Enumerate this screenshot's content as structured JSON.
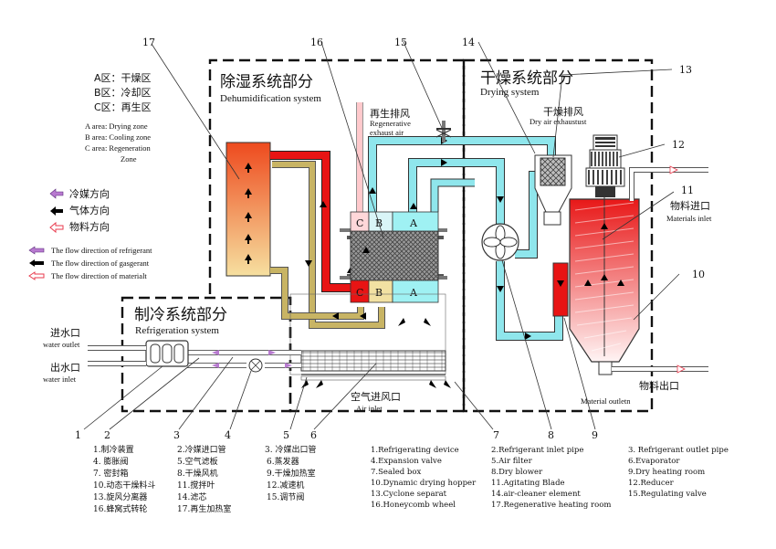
{
  "sections": {
    "dehumidification": {
      "cn": "除湿系统部分",
      "en": "Dehumidification system"
    },
    "drying": {
      "cn": "干燥系统部分",
      "en": "Drying system"
    },
    "refrigeration": {
      "cn": "制冷系统部分",
      "en": "Refrigeration system"
    }
  },
  "zones": {
    "cn": [
      "A区：干燥区",
      "B区：冷却区",
      "C区：再生区"
    ],
    "en": [
      "A area: Drying zone",
      "B area: Cooling zone",
      "C area: Regeneration",
      "Zone"
    ]
  },
  "legend_cn": [
    "冷媒方向",
    "气体方向",
    "物料方向"
  ],
  "legend_en": [
    "The flow direction of refrigerant",
    "The flow direction of gasgerant",
    "The flow direction of materialt"
  ],
  "labels": {
    "regen_exhaust_cn": "再生排风",
    "regen_exhaust_en_1": "Regenerative",
    "regen_exhaust_en_2": "exhaust air",
    "dry_exhaust_cn": "干燥排风",
    "dry_exhaust_en": "Dry air exhaustust",
    "material_inlet_cn": "物料进口",
    "material_inlet_en": "Materials inlet",
    "material_outlet_cn": "物料出口",
    "material_outlet_en": "Material outletn",
    "water_outlet_cn": "进水口",
    "water_outlet_en": "water outlet",
    "water_inlet_cn": "出水口",
    "water_inlet_en": "water inlet",
    "air_inlet_cn": "空气进风口",
    "air_inlet_en": "Air inlet"
  },
  "zone_letters": {
    "c": "C",
    "b": "B",
    "a": "A"
  },
  "callouts": [
    "1",
    "2",
    "3",
    "4",
    "5",
    "6",
    "7",
    "8",
    "9",
    "10",
    "11",
    "12",
    "13",
    "14",
    "15",
    "16",
    "17"
  ],
  "parts_cn": [
    [
      "1.制冷装置",
      "2.冷媒进口管",
      "3. 冷媒出口管"
    ],
    [
      "4. 膨胀阀",
      "5.空气滤板",
      "6.蒸发器"
    ],
    [
      "7. 密封箱",
      "8.干燥风机",
      "9.干燥加热室"
    ],
    [
      "10.动态干燥料斗",
      "11.搅拌叶",
      "12.减速机"
    ],
    [
      "13.旋风分离器",
      "14.滤芯",
      "15.调节阀"
    ],
    [
      "16.蜂窝式转轮",
      "17.再生加热室",
      ""
    ]
  ],
  "parts_en": [
    [
      "1.Refrigerating device",
      "2.Refrigerant inlet pipe",
      "3. Refrigerant outlet pipe"
    ],
    [
      "4.Expansion valve",
      "5.Air filter",
      "6.Evaporator"
    ],
    [
      "7.Sealed box",
      "8.Dry blower",
      "9.Dry heating room"
    ],
    [
      "10.Dynamic drying hopper",
      "11.Agitating Blade",
      "12.Reducer"
    ],
    [
      "13.Cyclone separat",
      "14.air-cleaner element",
      "15.Regulating valve"
    ],
    [
      "16.Honeycomb wheel",
      "17.Regenerative heating room",
      ""
    ]
  ],
  "colors": {
    "hot_pipe": "#e81414",
    "cold_pipe": "#8fe6ec",
    "warm_pipe": "#c8b464",
    "heater_top": "#ee4a1e",
    "heater_bottom": "#f6e0a0",
    "zone_a": "#9ff1f3",
    "zone_b": "#ffd7d9",
    "zone_c": "#e81414",
    "refrigerant_arrow": "#b87ad0",
    "material_arrow": "#e83a4c",
    "hopper_top": "#e81818",
    "hopper_bottom": "#fff4f4"
  }
}
